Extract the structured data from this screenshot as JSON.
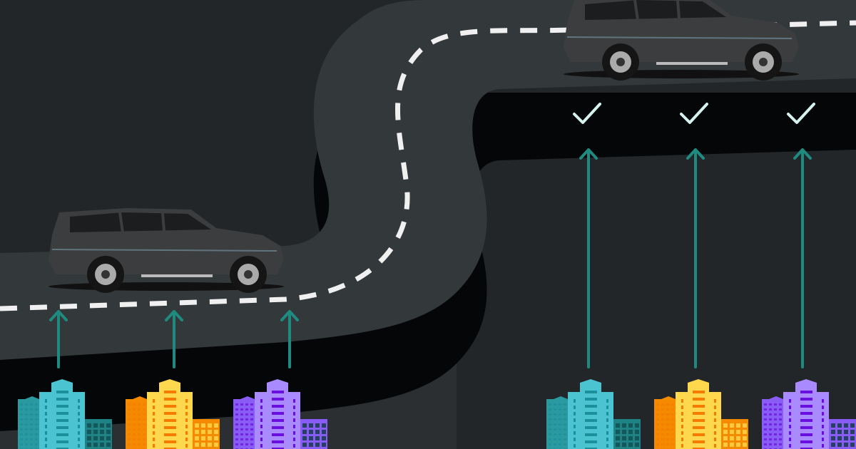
{
  "scene": {
    "colors": {
      "background": "#232628",
      "road_surface": "#33383a",
      "road_side": "#050607",
      "lane_dash": "#f0f0f0",
      "arrow": "#1f8a80",
      "check": "#d6f2ee",
      "car_body": "#3c3d3f"
    },
    "icons": [
      "suv-car-icon",
      "arrow-up-icon",
      "checkmark-icon",
      "building-cluster-icon"
    ],
    "building_groups": [
      {
        "name": "teal",
        "main": "#4cc3d0",
        "side": "#2a9aa0",
        "annex": "#1f8385",
        "window": "#1b8f9c"
      },
      {
        "name": "orange",
        "main": "#ffd84d",
        "side": "#f58a00",
        "annex": "#f58a00",
        "window": "#f57c00"
      },
      {
        "name": "purple",
        "main": "#a98bff",
        "side": "#8a5cf6",
        "annex": "#8a5cf6",
        "window": "#6a0fe0"
      }
    ]
  }
}
